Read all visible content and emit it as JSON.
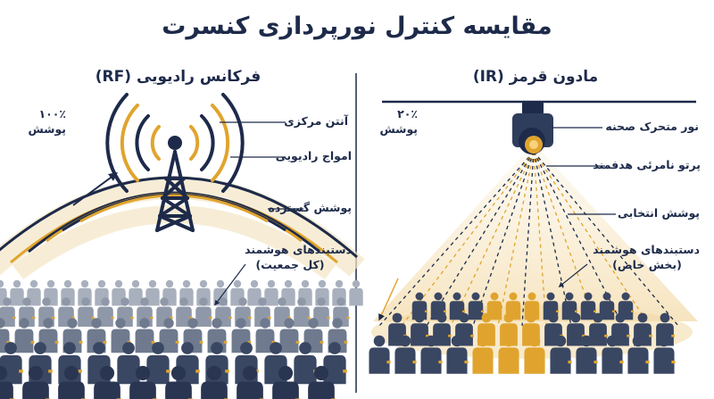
{
  "title": "مقایسه کنترل نورپردازی کنسرت",
  "colors": {
    "navy": "#1d2a4a",
    "gold": "#e0a42e",
    "crowd": "#8a93a3",
    "crowd_dark": "#3a4763"
  },
  "rf": {
    "heading": "فرکانس رادیویی (RF)",
    "coverage_pct": "۱۰۰٪",
    "coverage_label": "پوشش",
    "labels": {
      "antenna": "آنتن مرکزی",
      "waves": "امواج رادیویی",
      "coverage": "پوشش گسترده",
      "bands_l1": "دستبندهای هوشمند",
      "bands_l2": "(کل جمعیت)"
    }
  },
  "ir": {
    "heading": "مادون قرمز (IR)",
    "coverage_pct": "۲۰٪",
    "coverage_label": "پوشش",
    "labels": {
      "light": "نور متحرک صحنه",
      "beam": "پرتو نامرئی هدفمند",
      "coverage": "پوشش انتخابی",
      "bands_l1": "دستبندهای هوشمند",
      "bands_l2": "(بخش خاص)"
    }
  },
  "icons": [
    "radio-tower-icon",
    "moving-head-light-icon",
    "person-icon"
  ]
}
